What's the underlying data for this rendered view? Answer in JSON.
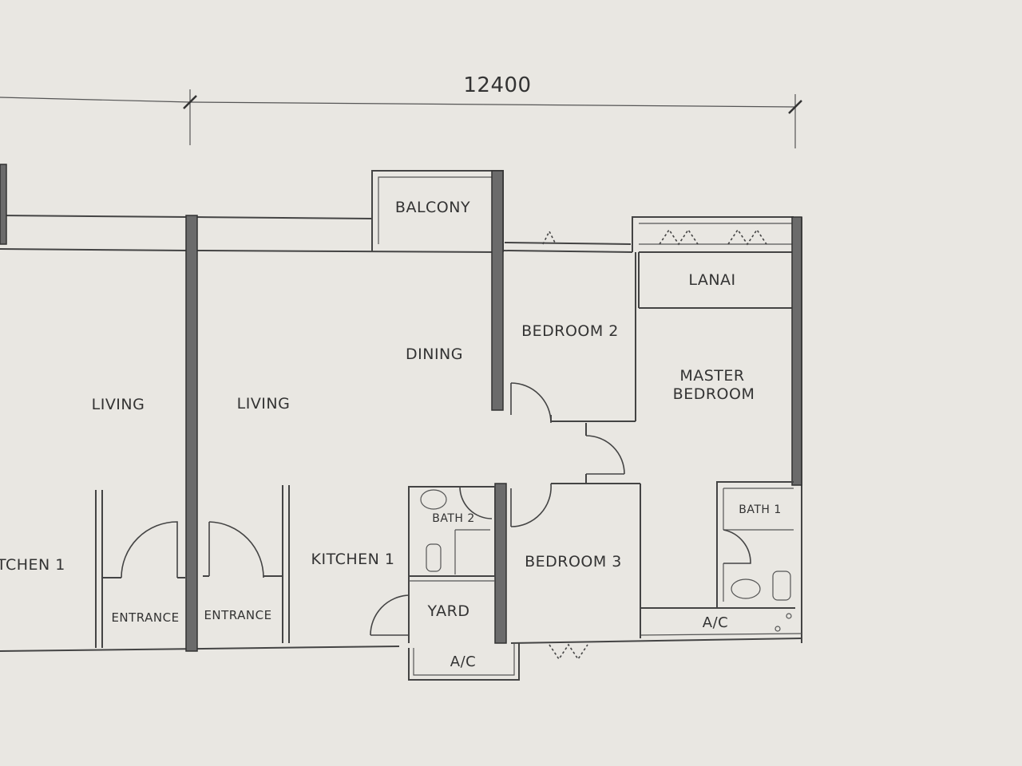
{
  "dimension": {
    "label": "12400"
  },
  "rooms": {
    "balcony": "BALCONY",
    "lanai": "LANAI",
    "bedroom2": "BEDROOM 2",
    "dining": "DINING",
    "master_line1": "MASTER",
    "master_line2": "BEDROOM",
    "living_left": "LIVING",
    "living_right": "LIVING",
    "kitchen_left": "TCHEN 1",
    "kitchen_right": "KITCHEN 1",
    "bath2": "BATH 2",
    "bath1": "BATH 1",
    "bedroom3": "BEDROOM 3",
    "yard": "YARD",
    "ac_bottom": "A/C",
    "ac_right": "A/C",
    "entrance_left": "ENTRANCE",
    "entrance_right": "ENTRANCE"
  },
  "colors": {
    "paper": "#e9e7e2",
    "line": "#444444",
    "column": "#6b6b6b"
  }
}
